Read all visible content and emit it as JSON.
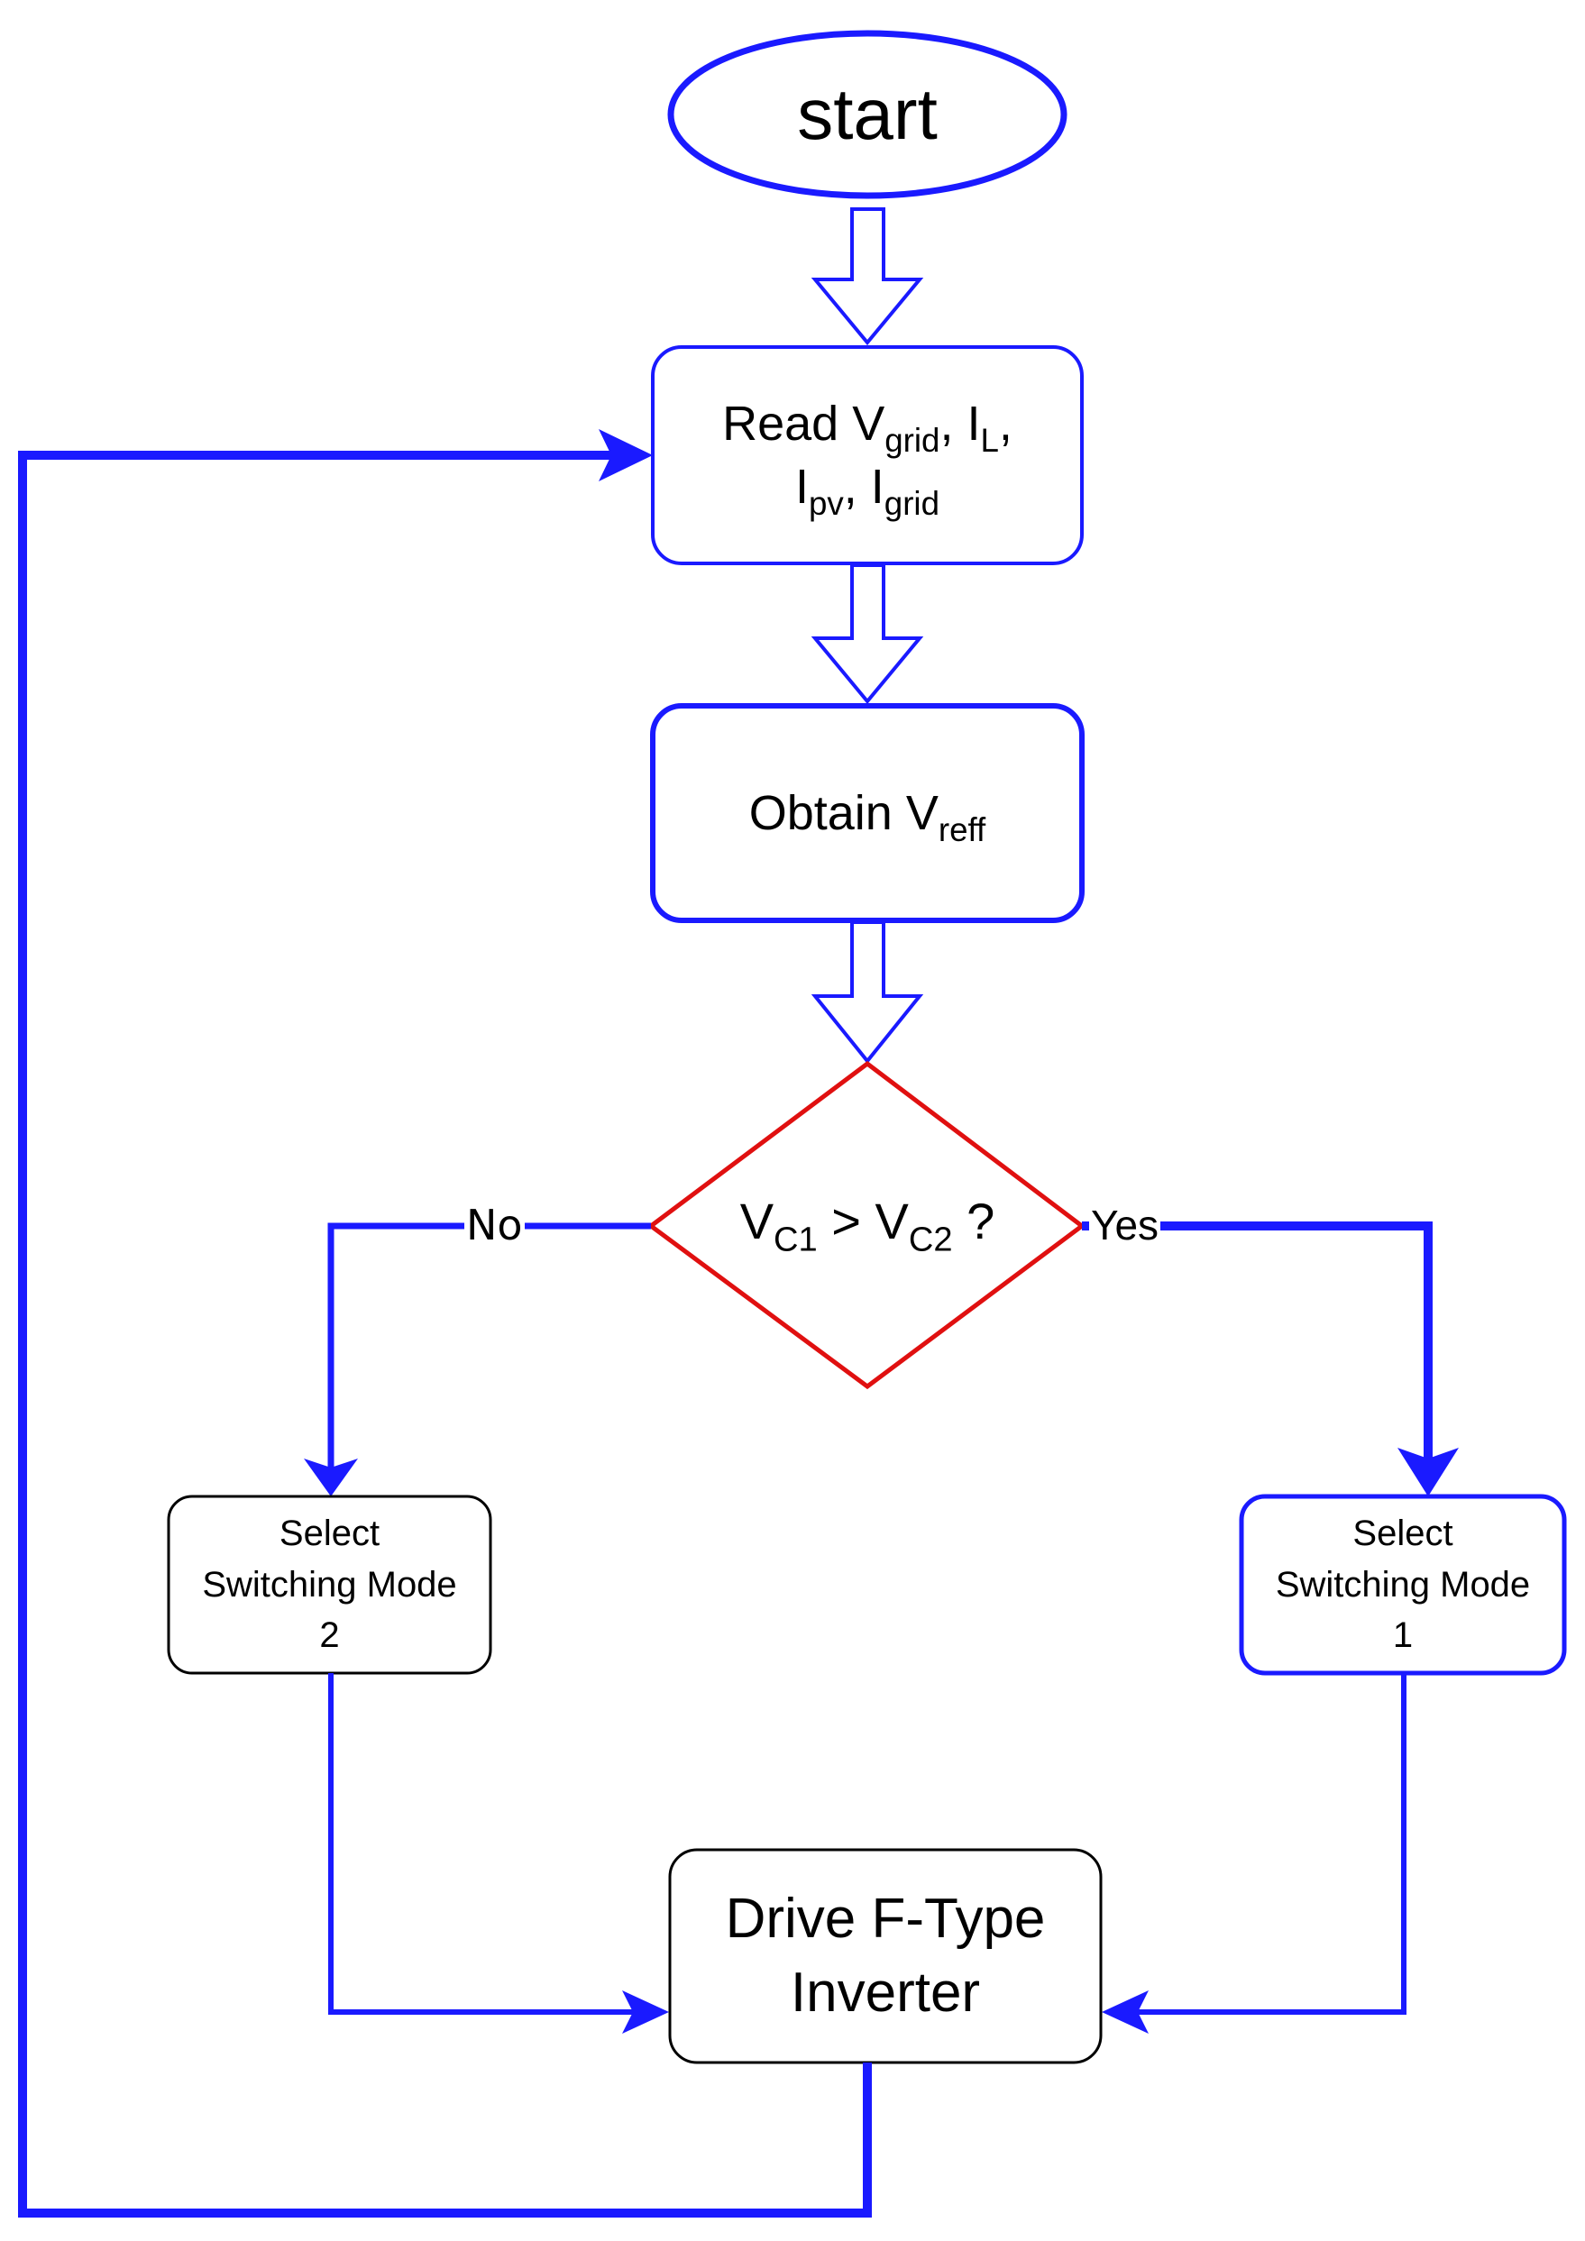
{
  "nodes": {
    "start": {
      "text": "start"
    },
    "read": {
      "prefix": "Read V",
      "sub1": "grid",
      "mid1": ", I",
      "sub2": "L",
      "mid2": ",",
      "pre2": "I",
      "sub3": "pv",
      "mid3": ", I",
      "sub4": "grid"
    },
    "obtain": {
      "prefix": "Obtain V",
      "sub": "reff"
    },
    "decision": {
      "v1": "V",
      "sub1": "C1",
      "op": " > V",
      "sub2": "C2",
      "suffix": " ?"
    },
    "mode2": {
      "line1": "Select",
      "line2": "Switching Mode",
      "line3": "2"
    },
    "mode1": {
      "line1": "Select",
      "line2": "Switching Mode",
      "line3": "1"
    },
    "drive": {
      "line1": "Drive F-Type",
      "line2": "Inverter"
    }
  },
  "edges": {
    "no_label": "No",
    "yes_label": "Yes"
  },
  "colors": {
    "blue": "#1a1aff",
    "red": "#e01010",
    "black": "#000000"
  }
}
